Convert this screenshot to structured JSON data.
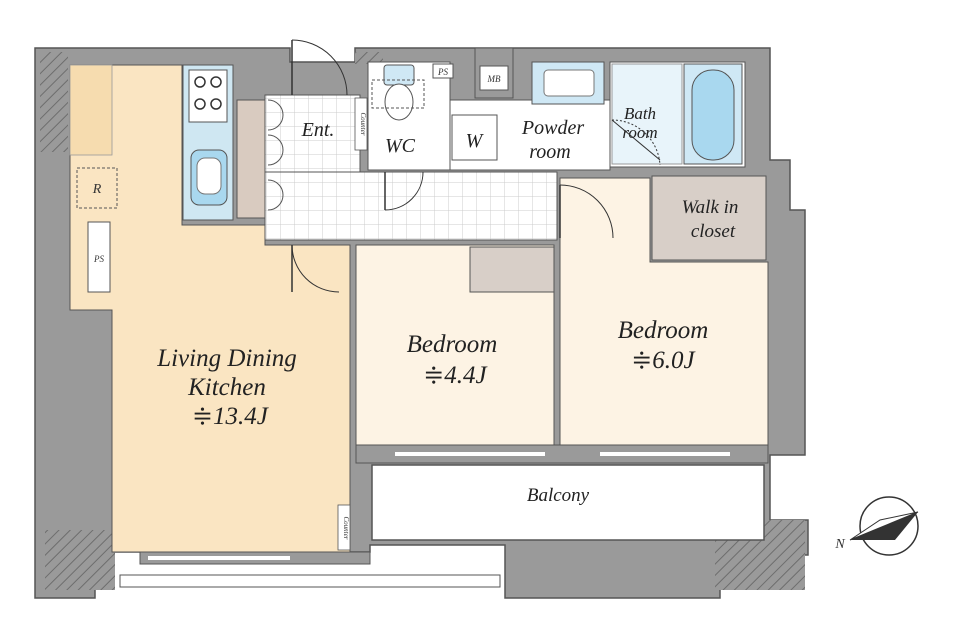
{
  "rooms": {
    "ldk": {
      "line1": "Living Dining",
      "line2": "Kitchen",
      "area": "≑13.4J"
    },
    "bedroom1": {
      "name": "Bedroom",
      "area": "≑4.4J"
    },
    "bedroom2": {
      "name": "Bedroom",
      "area": "≑6.0J"
    },
    "walkin": {
      "line1": "Walk in",
      "line2": "closet"
    },
    "bath": {
      "line1": "Bath",
      "line2": "room"
    },
    "powder": {
      "line1": "Powder",
      "line2": "room"
    },
    "wc": {
      "name": "WC"
    },
    "entrance": {
      "name": "Ent."
    },
    "washer": {
      "name": "W"
    },
    "balcony": {
      "name": "Balcony"
    }
  },
  "fixtures": {
    "ps_top": "PS",
    "ps_side": "PS",
    "mb": "MB",
    "refrigerator": "R",
    "counter_entry": "Counter",
    "counter_ldk": "Counter"
  },
  "compass": {
    "north": "N"
  },
  "colors": {
    "ldk": "#fae5c2",
    "bedroom": "#fdf3e4",
    "closet": "#d8cfc8",
    "wall": "#8a8a8a",
    "wet_area": "#cfe8f5",
    "floor_tile": "#ffffff"
  }
}
